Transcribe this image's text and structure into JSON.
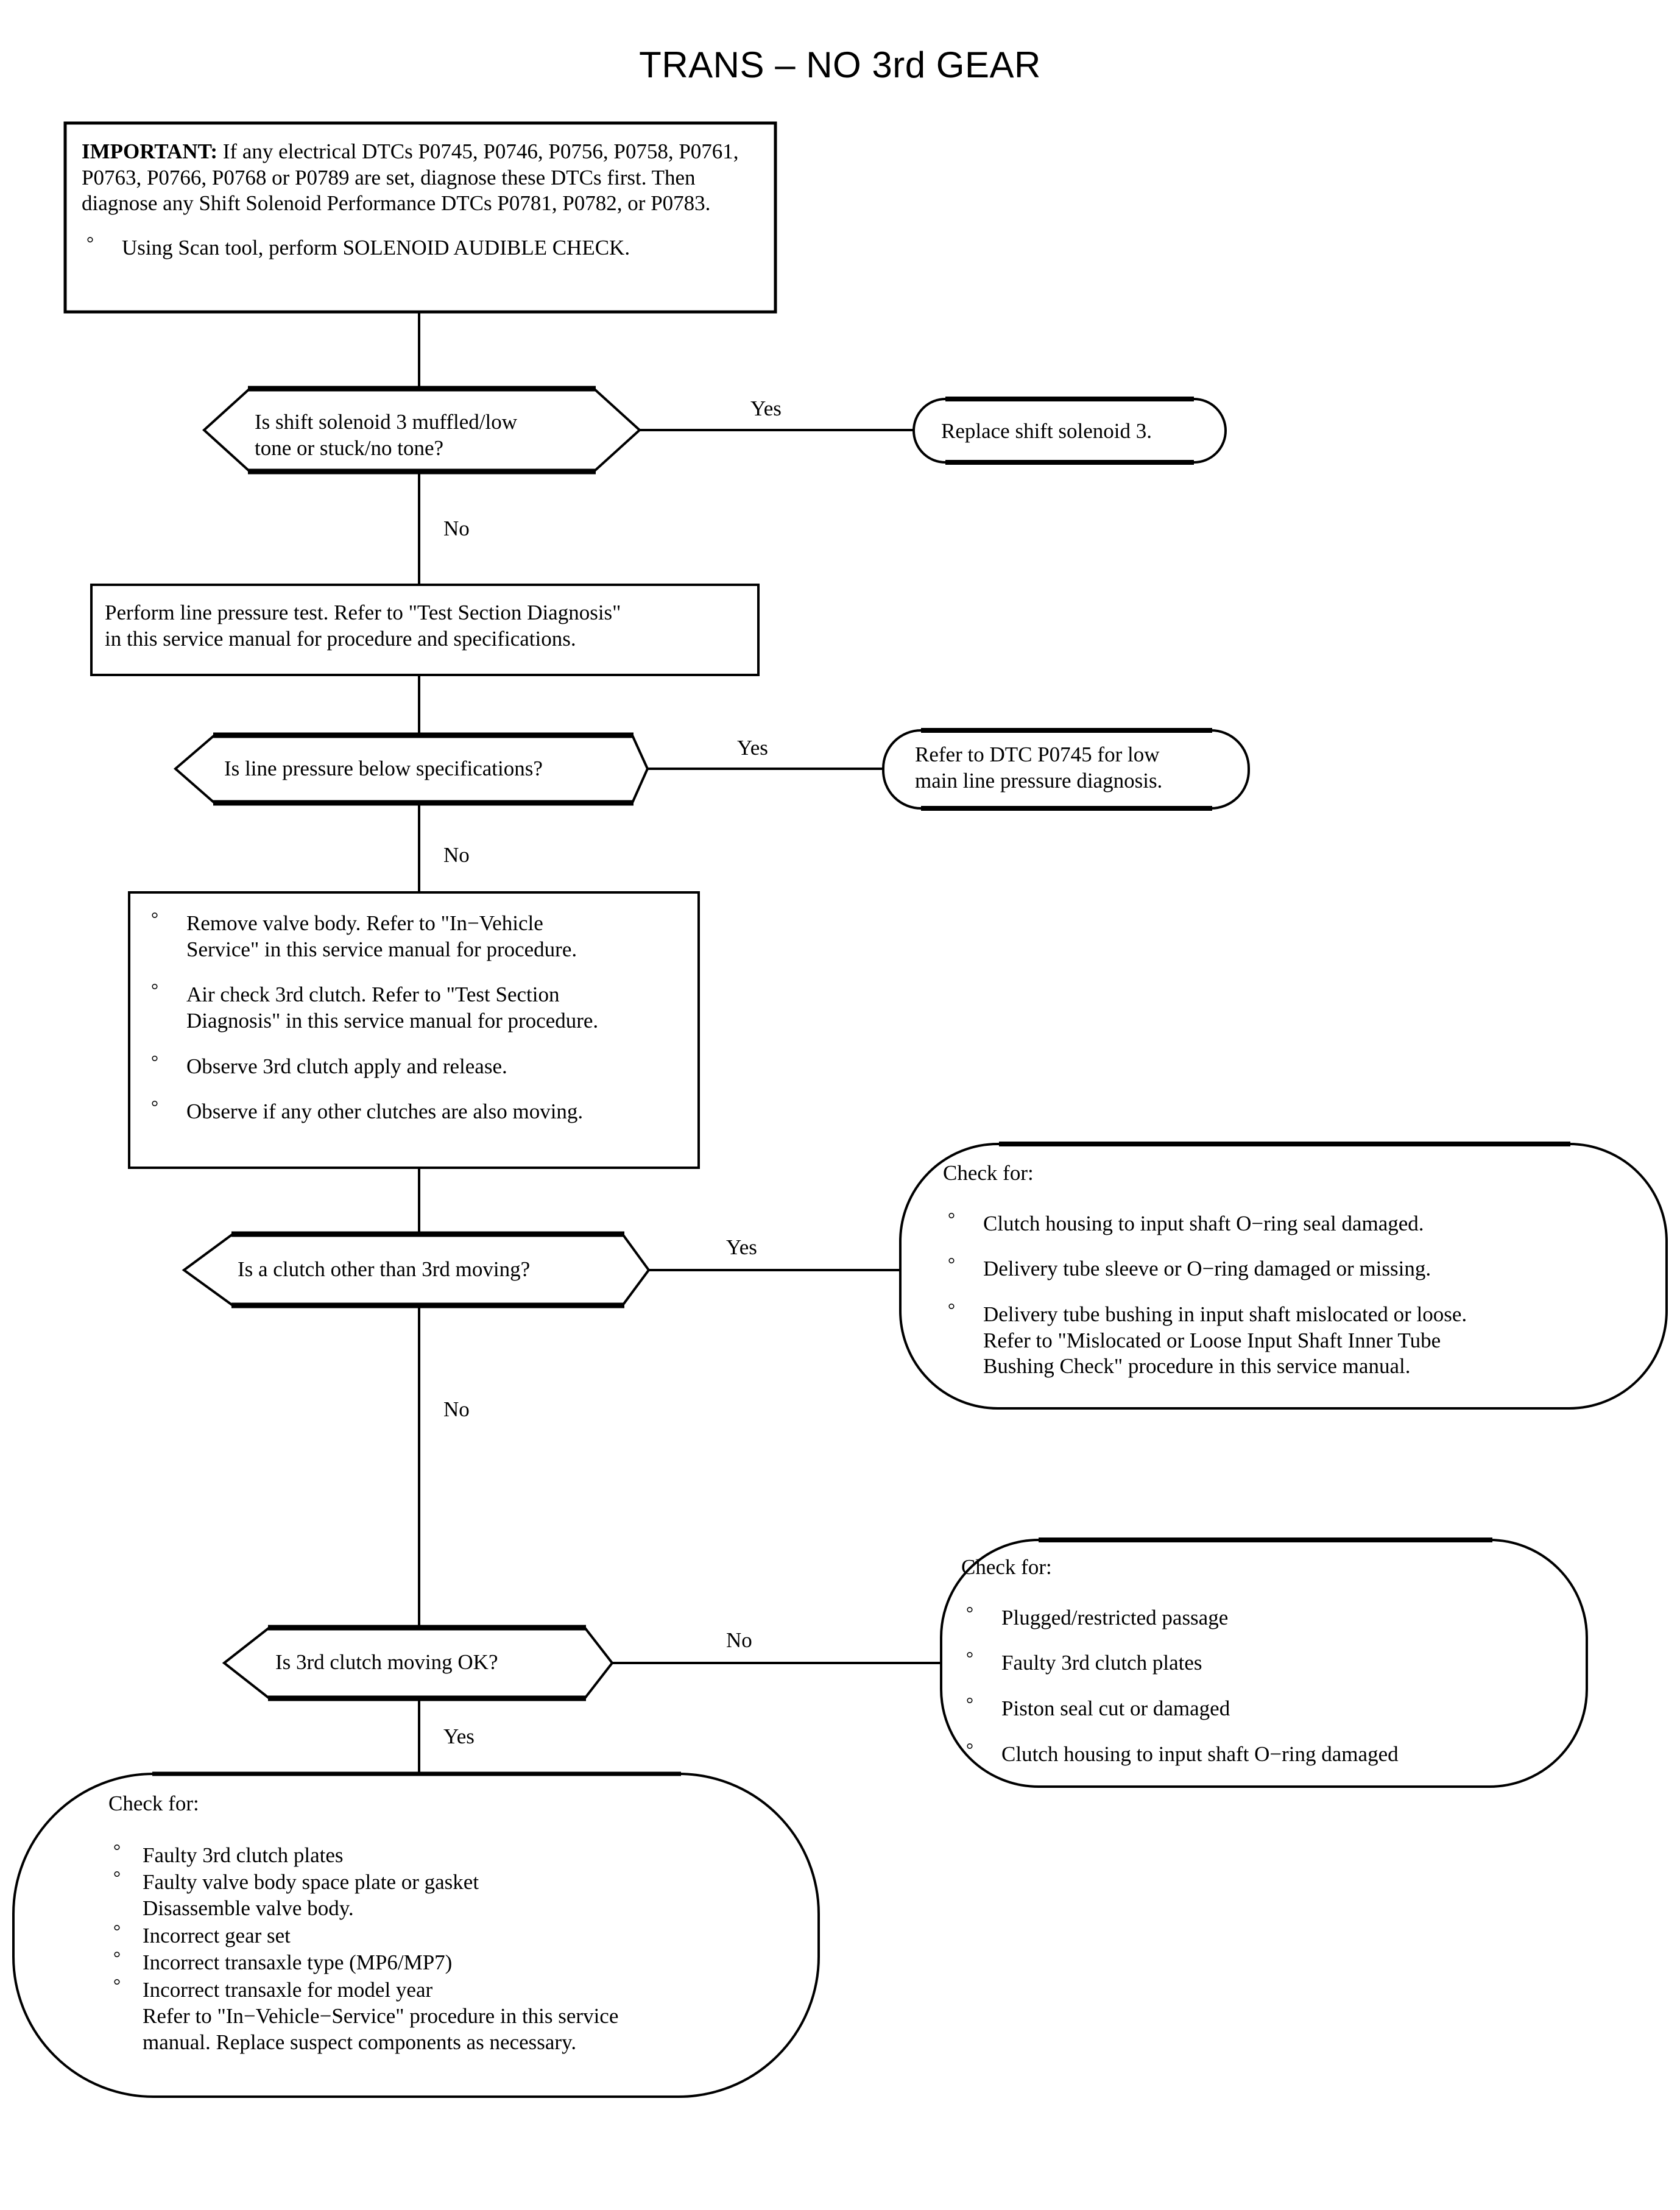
{
  "title": "TRANS – NO 3rd GEAR",
  "nodes": {
    "important_box": {
      "lead_label": "IMPORTANT:",
      "paragraph": "If any electrical DTCs P0745, P0746, P0756, P0758, P0761, P0763, P0766, P0768 or P0789 are set, diagnose these DTCs first. Then diagnose any Shift Solenoid Performance DTCs P0781, P0782, or P0783.",
      "bullets": [
        "Using Scan tool, perform SOLENOID AUDIBLE CHECK."
      ]
    },
    "decision_solenoid": {
      "line1": "Is shift solenoid 3 muffled/low",
      "line2": "tone or stuck/no tone?"
    },
    "replace_solenoid": {
      "text": "Replace shift solenoid 3."
    },
    "line_pressure_test": {
      "line1": "Perform line pressure test. Refer to \"Test Section Diagnosis\"",
      "line2": "in this service manual for procedure and specifications."
    },
    "decision_line_pressure": {
      "text": "Is line pressure below specifications?"
    },
    "refer_dtc_p0745": {
      "line1": "Refer to DTC P0745 for low",
      "line2": "main line pressure diagnosis."
    },
    "procedure_bullets": {
      "bullets": [
        {
          "line1": "Remove valve body. Refer to \"In−Vehicle",
          "line2": "Service\" in this service manual for procedure."
        },
        {
          "line1": "Air check 3rd clutch. Refer to \"Test Section",
          "line2": "Diagnosis\" in this service manual for procedure."
        },
        {
          "line1": "Observe 3rd clutch apply and release.",
          "line2": ""
        },
        {
          "line1": "Observe if any other clutches are also moving.",
          "line2": ""
        }
      ]
    },
    "decision_other_clutch": {
      "text": "Is a clutch other than 3rd moving?"
    },
    "check_for_other_clutch": {
      "heading": "Check for:",
      "bullets": [
        {
          "line1": "Clutch housing to input shaft O−ring seal damaged.",
          "line2": "",
          "line3": ""
        },
        {
          "line1": "Delivery tube sleeve or O−ring damaged or missing.",
          "line2": "",
          "line3": ""
        },
        {
          "line1": "Delivery tube bushing in input shaft mislocated or loose.",
          "line2": "Refer to \"Mislocated or Loose Input Shaft Inner Tube",
          "line3": "Bushing Check\" procedure in this service manual."
        }
      ]
    },
    "decision_third_clutch_ok": {
      "text": "Is 3rd clutch moving OK?"
    },
    "check_for_third_clutch": {
      "heading": "Check for:",
      "bullets": [
        "Plugged/restricted passage",
        "Faulty 3rd clutch plates",
        "Piston seal cut or damaged",
        "Clutch housing to input shaft O−ring damaged"
      ]
    },
    "check_for_final": {
      "heading": "Check for:",
      "bullets": [
        {
          "line1": "Faulty 3rd clutch plates",
          "line2": ""
        },
        {
          "line1": "Faulty valve body space plate or gasket",
          "line2": "Disassemble valve body."
        },
        {
          "line1": "Incorrect gear set",
          "line2": ""
        },
        {
          "line1": "Incorrect transaxle type (MP6/MP7)",
          "line2": ""
        },
        {
          "line1": "Incorrect transaxle for model year",
          "line2": "Refer to \"In−Vehicle−Service\" procedure in this service"
        }
      ],
      "trailing_line": "manual.  Replace suspect components as necessary."
    }
  },
  "branch_labels": {
    "solenoid_yes": "Yes",
    "solenoid_no": "No",
    "line_pressure_yes": "Yes",
    "line_pressure_no": "No",
    "other_clutch_yes": "Yes",
    "other_clutch_no": "No",
    "third_clutch_no": "No",
    "third_clutch_yes": "Yes"
  },
  "bullet_glyph": "°",
  "colors": {
    "ink": "#000000",
    "paper": "#ffffff"
  }
}
